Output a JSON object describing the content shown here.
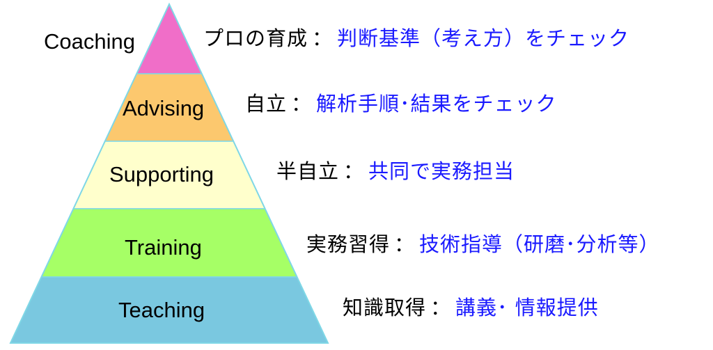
{
  "colors": {
    "outline": "#7fd7e6",
    "detail_text": "#1a1aff",
    "lead_text": "#000000"
  },
  "tiers": [
    {
      "label": "Coaching",
      "fill": "#f06ec8",
      "lead": "プロの育成",
      "sep": "：",
      "detail": "判断基準（考え方）をチェック"
    },
    {
      "label": "Advising",
      "fill": "#fcc86e",
      "lead": "自立",
      "sep": "：",
      "detail": "解析手順･結果をチェック"
    },
    {
      "label": "Supporting",
      "fill": "#ffffcc",
      "lead": "半自立",
      "sep": "：",
      "detail": "共同で実務担当"
    },
    {
      "label": "Training",
      "fill": "#a6ff66",
      "lead": "実務習得",
      "sep": "：",
      "detail": "技術指導（研磨･分析等）"
    },
    {
      "label": "Teaching",
      "fill": "#7ac8e0",
      "lead": "知識取得",
      "sep": "：",
      "detail": "講義･ 情報提供"
    }
  ]
}
